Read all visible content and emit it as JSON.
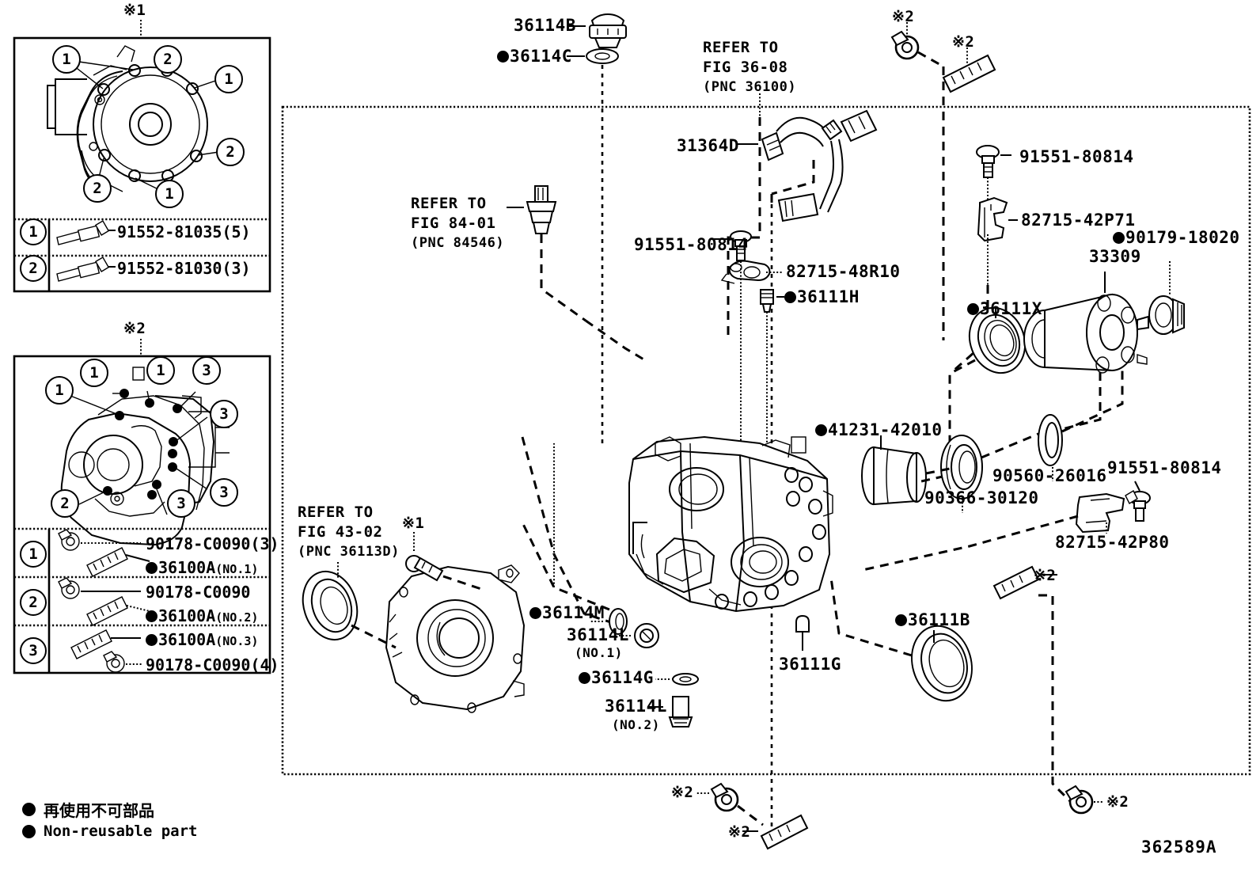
{
  "figure_id": "362589A",
  "legend": {
    "japanese": "再使用不可部品",
    "english": "Non-reusable part",
    "marker": "filled-circle"
  },
  "inset_boxes": [
    {
      "name": "inset-1",
      "asterisk": "※1",
      "rows": [
        {
          "num": "1",
          "icon": "bolt-icon",
          "part": "91552-81035(5)"
        },
        {
          "num": "2",
          "icon": "bolt-icon",
          "part": "91552-81030(3)"
        }
      ],
      "callouts": [
        "1",
        "2",
        "1",
        "2",
        "2",
        "1"
      ]
    },
    {
      "name": "inset-2",
      "asterisk": "※2",
      "rows": [
        {
          "num": "1",
          "items": [
            {
              "icon": "nut-icon",
              "part": "90178-C0090(3)",
              "nonreusable": false
            },
            {
              "icon": "stud-bolt-icon",
              "part": "36100A",
              "suffix": "(NO.1)",
              "nonreusable": true
            }
          ]
        },
        {
          "num": "2",
          "items": [
            {
              "icon": "nut-icon",
              "part": "90178-C0090",
              "nonreusable": false
            },
            {
              "icon": "stud-bolt-icon",
              "part": "36100A",
              "suffix": "(NO.2)",
              "nonreusable": true
            }
          ]
        },
        {
          "num": "3",
          "items": [
            {
              "icon": "stud-bolt-icon",
              "part": "36100A",
              "suffix": "(NO.3)",
              "nonreusable": true
            },
            {
              "icon": "nut-icon",
              "part": "90178-C0090(4)",
              "nonreusable": false
            }
          ]
        }
      ],
      "callouts": [
        "1",
        "1",
        "1",
        "3",
        "3",
        "3",
        "3",
        "2"
      ]
    }
  ],
  "references": [
    {
      "name": "ref-fig-36-08",
      "line1": "REFER TO",
      "line2": "FIG 36-08",
      "line3": "(PNC 36100)"
    },
    {
      "name": "ref-fig-84-01",
      "line1": "REFER TO",
      "line2": "FIG 84-01",
      "line3": "(PNC 84546)"
    },
    {
      "name": "ref-fig-43-02",
      "line1": "REFER TO",
      "line2": "FIG 43-02",
      "line3": "(PNC 36113D)"
    }
  ],
  "part_labels": [
    {
      "id": "36114B",
      "text": "36114B",
      "nonreusable": false,
      "sub": ""
    },
    {
      "id": "36114C",
      "text": "36114C",
      "nonreusable": true,
      "sub": ""
    },
    {
      "id": "31364D",
      "text": "31364D",
      "nonreusable": false,
      "sub": ""
    },
    {
      "id": "91551-80814-a",
      "text": "91551-80814",
      "nonreusable": false,
      "sub": ""
    },
    {
      "id": "82715-48R10",
      "text": "82715-48R10",
      "nonreusable": false,
      "sub": ""
    },
    {
      "id": "36111H",
      "text": "36111H",
      "nonreusable": true,
      "sub": ""
    },
    {
      "id": "91551-80814-b",
      "text": "91551-80814",
      "nonreusable": false,
      "sub": ""
    },
    {
      "id": "82715-42P71",
      "text": "82715-42P71",
      "nonreusable": false,
      "sub": ""
    },
    {
      "id": "90179-18020",
      "text": "90179-18020",
      "nonreusable": true,
      "sub": ""
    },
    {
      "id": "33309",
      "text": "33309",
      "nonreusable": false,
      "sub": ""
    },
    {
      "id": "36111X",
      "text": "36111X",
      "nonreusable": true,
      "sub": ""
    },
    {
      "id": "41231-42010",
      "text": "41231-42010",
      "nonreusable": true,
      "sub": ""
    },
    {
      "id": "90366-30120",
      "text": "90366-30120",
      "nonreusable": false,
      "sub": ""
    },
    {
      "id": "90560-26016",
      "text": "90560-26016",
      "nonreusable": false,
      "sub": ""
    },
    {
      "id": "91551-80814-c",
      "text": "91551-80814",
      "nonreusable": false,
      "sub": ""
    },
    {
      "id": "82715-42P80",
      "text": "82715-42P80",
      "nonreusable": false,
      "sub": ""
    },
    {
      "id": "36114M",
      "text": "36114M",
      "nonreusable": true,
      "sub": ""
    },
    {
      "id": "36114L-1",
      "text": "36114L",
      "nonreusable": false,
      "sub": "(NO.1)"
    },
    {
      "id": "36111G",
      "text": "36111G",
      "nonreusable": false,
      "sub": ""
    },
    {
      "id": "36114G",
      "text": "36114G",
      "nonreusable": true,
      "sub": ""
    },
    {
      "id": "36114L-2",
      "text": "36114L",
      "nonreusable": false,
      "sub": "(NO.2)"
    },
    {
      "id": "36111B",
      "text": "36111B",
      "nonreusable": true,
      "sub": ""
    }
  ],
  "asterisk_marks": [
    {
      "id": "ast-top-inset1",
      "text": "※1"
    },
    {
      "id": "ast-top-inset2",
      "text": "※2"
    },
    {
      "id": "ast-tr-1",
      "text": "※2"
    },
    {
      "id": "ast-tr-2",
      "text": "※2"
    },
    {
      "id": "ast-mid-left",
      "text": "※1"
    },
    {
      "id": "ast-right-mid",
      "text": "※2"
    },
    {
      "id": "ast-bot-1",
      "text": "※2"
    },
    {
      "id": "ast-bot-2",
      "text": "※2"
    },
    {
      "id": "ast-bot-3",
      "text": "※2"
    }
  ],
  "colors": {
    "ink": "#000000",
    "paper": "#ffffff"
  }
}
